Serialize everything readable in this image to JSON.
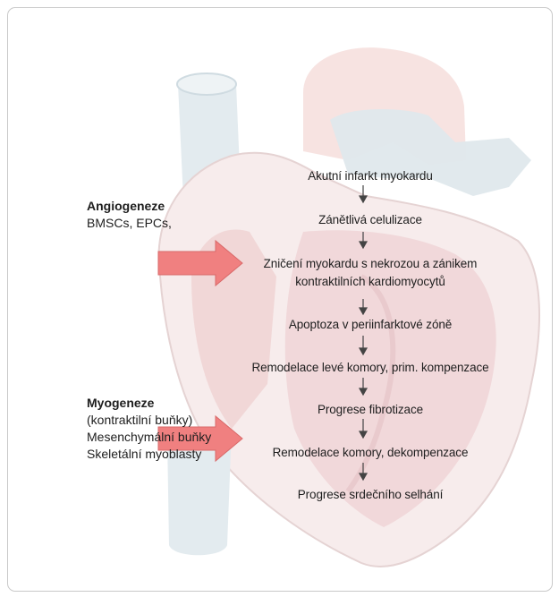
{
  "angiogenesis": {
    "heading": "Angiogeneze",
    "lines": [
      "BMSCs, EPCs,"
    ]
  },
  "myogenesis": {
    "heading": "Myogeneze",
    "lines": [
      "(kontraktilní buňky)",
      "Mesenchymální buňky",
      "Skeletální myoblasty"
    ]
  },
  "flow": {
    "steps": [
      "Akutní infarkt myokardu",
      "Zánětlivá celulizace",
      "Zničení myokardu s nekrozou a zánikem",
      "kontraktilních kardiomyocytů",
      "Apoptoza v periinfarktové zóně",
      "Remodelace levé komory, prim. kompenzace",
      "Progrese fibrotizace",
      "Remodelace komory, dekompenzace",
      "Progrese srdečního selhání"
    ]
  },
  "colors": {
    "pointer_arrow": "#f08080",
    "heart_pink": "#f3d9d9",
    "vessel_blue": "#dde8ee",
    "flow_arrow": "#444444"
  }
}
